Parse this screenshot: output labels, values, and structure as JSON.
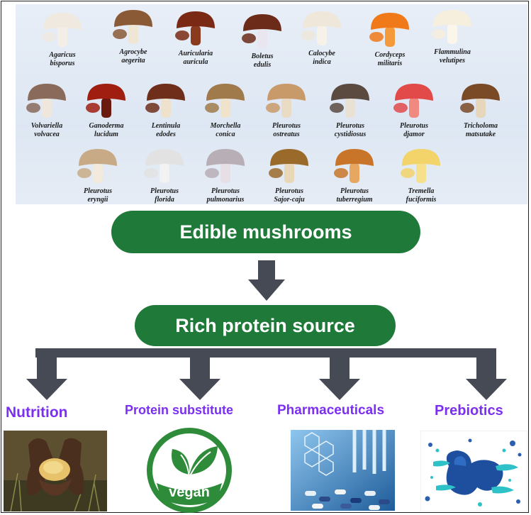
{
  "mushrooms": [
    {
      "name_line1": "Agaricus",
      "name_line2": "bisporus",
      "cap_color": "#efe9e0",
      "stem_color": "#f4efe6"
    },
    {
      "name_line1": "Agrocybe",
      "name_line2": "aegerita",
      "cap_color": "#8a5a36",
      "stem_color": "#efe6d6"
    },
    {
      "name_line1": "Auricularia",
      "name_line2": "auricula",
      "cap_color": "#7a2a14",
      "stem_color": "#8a3a1e"
    },
    {
      "name_line1": "Boletus",
      "name_line2": "edulis",
      "cap_color": "#6b2b18",
      "stem_color": "#e9e6f0"
    },
    {
      "name_line1": "Calocybe",
      "name_line2": "indica",
      "cap_color": "#efe8da",
      "stem_color": "#f6f2ea"
    },
    {
      "name_line1": "Cordyceps",
      "name_line2": "militaris",
      "cap_color": "#f07a1a",
      "stem_color": "#f59a3a"
    },
    {
      "name_line1": "Flammulina",
      "name_line2": "velutipes",
      "cap_color": "#f6efdd",
      "stem_color": "#fbf6ea"
    },
    {
      "name_line1": "Volvariella",
      "name_line2": "volvacea",
      "cap_color": "#8a6a5a",
      "stem_color": "#efe6dc"
    },
    {
      "name_line1": "Ganoderma",
      "name_line2": "lucidum",
      "cap_color": "#a01e10",
      "stem_color": "#6a1a0e"
    },
    {
      "name_line1": "Lentinula",
      "name_line2": "edodes",
      "cap_color": "#6e2e1a",
      "stem_color": "#efe2cc"
    },
    {
      "name_line1": "Morchella",
      "name_line2": "conica",
      "cap_color": "#a07a4a",
      "stem_color": "#efe3cc"
    },
    {
      "name_line1": "Pleurotus",
      "name_line2": "ostreatus",
      "cap_color": "#c89a6a",
      "stem_color": "#eadbc4"
    },
    {
      "name_line1": "Pleurotus",
      "name_line2": "cystidiosus",
      "cap_color": "#5a4a40",
      "stem_color": "#e9e1d4"
    },
    {
      "name_line1": "Pleurotus",
      "name_line2": "djamor",
      "cap_color": "#e24a4a",
      "stem_color": "#f08a80"
    },
    {
      "name_line1": "Tricholoma",
      "name_line2": "matsutake",
      "cap_color": "#7a4a26",
      "stem_color": "#e6d6bc"
    },
    {
      "name_line1": "Pleurotus",
      "name_line2": "eryngii",
      "cap_color": "#c8ab86",
      "stem_color": "#f2eadc"
    },
    {
      "name_line1": "Pleurotus",
      "name_line2": "florida",
      "cap_color": "#e2e2e2",
      "stem_color": "#f2f2f2"
    },
    {
      "name_line1": "Pleurotus",
      "name_line2": "pulmonarius",
      "cap_color": "#b8aeb6",
      "stem_color": "#e6e0e6"
    },
    {
      "name_line1": "Pleurotus",
      "name_line2": "Sajor-caju",
      "cap_color": "#9a6a2a",
      "stem_color": "#e9d8b8"
    },
    {
      "name_line1": "Pleurotus",
      "name_line2": "tuberregium",
      "cap_color": "#c8752a",
      "stem_color": "#e6a860"
    },
    {
      "name_line1": "Tremella",
      "name_line2": "fuciformis",
      "cap_color": "#f2d46a",
      "stem_color": "#f6e08a"
    }
  ],
  "flow": {
    "top": "Edible mushrooms",
    "middle": "Rich protein source"
  },
  "applications": [
    {
      "label": "Nutrition"
    },
    {
      "label": "Protein substitute"
    },
    {
      "label": "Pharmaceuticals"
    },
    {
      "label": "Prebiotics"
    }
  ],
  "vegan_text": "vegan",
  "colors": {
    "pill_green": "#1f7a3a",
    "arrow_gray": "#454a55",
    "title_purple": "#7b2ff0"
  }
}
